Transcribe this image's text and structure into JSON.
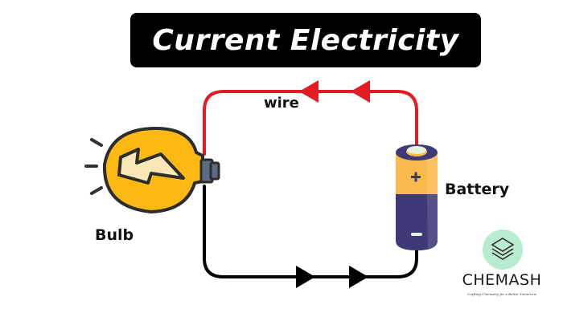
{
  "title": "Current Electricity",
  "labels": {
    "wire": "wire",
    "bulb": "Bulb",
    "battery": "Battery"
  },
  "battery": {
    "positive_symbol": "+",
    "negative_symbol": "−"
  },
  "logo": {
    "name": "CHEMASH",
    "tagline": "Crafting Chemistry for a Better Tomorrow"
  },
  "colors": {
    "title_bg": "#000000",
    "title_text": "#ffffff",
    "wire_positive": "#e31b23",
    "wire_negative": "#000000",
    "bulb_glass": "#fdb913",
    "bulb_bolt": "#fbe7b5",
    "bulb_base": "#5a6b82",
    "battery_top": "#f9b94d",
    "battery_bottom": "#3e3a78",
    "logo_circle": "#b7ecd0"
  }
}
